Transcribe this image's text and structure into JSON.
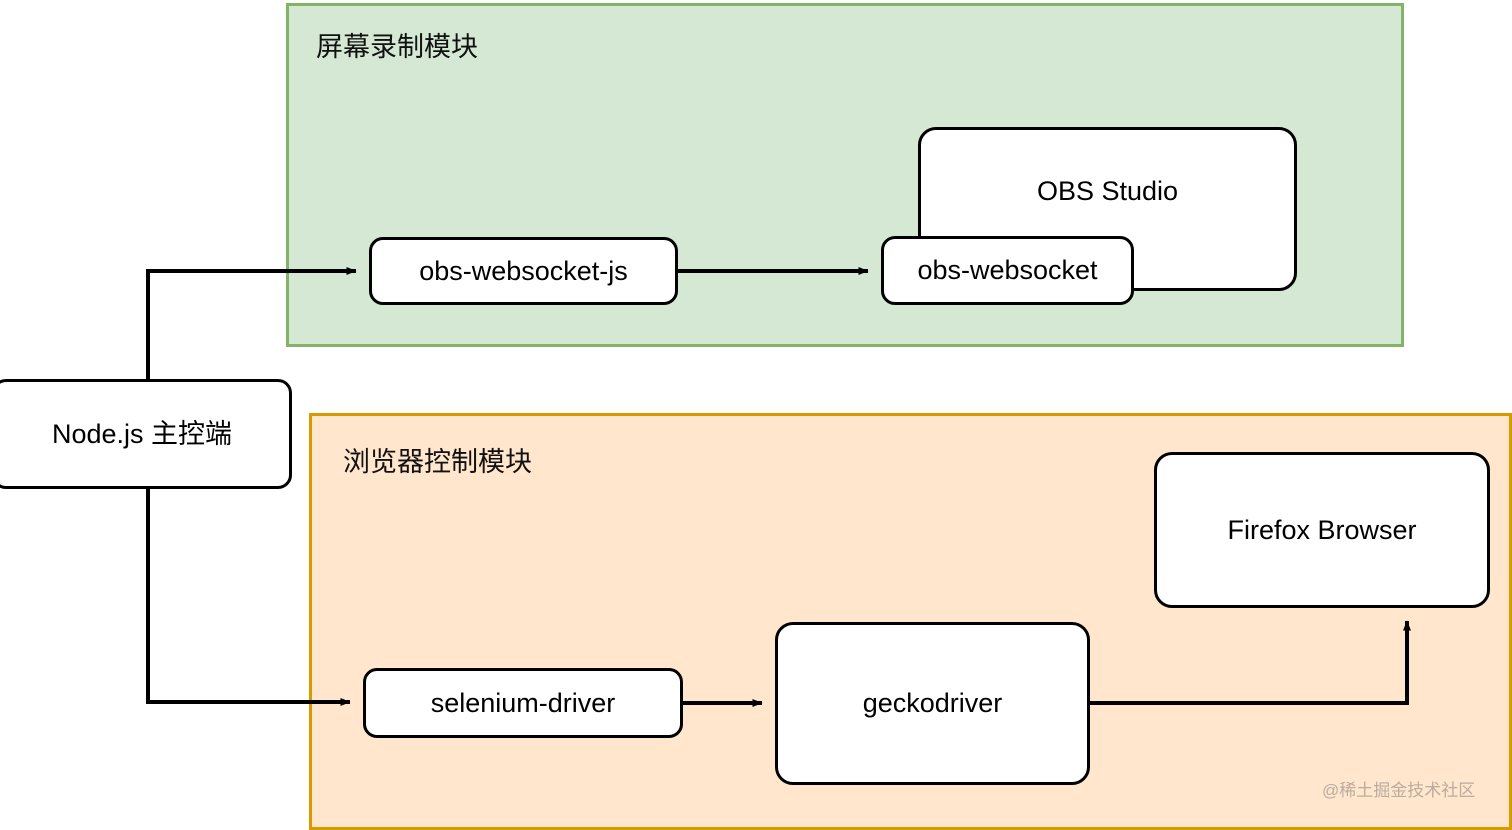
{
  "diagram": {
    "type": "architecture-flow",
    "groups": [
      {
        "id": "screen-recording",
        "label": "屏幕录制模块",
        "fill": "#d5e8d4",
        "stroke": "#82b366"
      },
      {
        "id": "browser-control",
        "label": "浏览器控制模块",
        "fill": "#ffe6cc",
        "stroke": "#d79b00"
      }
    ],
    "nodes": [
      {
        "id": "nodejs",
        "label": "Node.js 主控端"
      },
      {
        "id": "obs-websocket-js",
        "label": "obs-websocket-js"
      },
      {
        "id": "obs-studio",
        "label": "OBS Studio"
      },
      {
        "id": "obs-websocket",
        "label": "obs-websocket"
      },
      {
        "id": "firefox",
        "label": "Firefox Browser"
      },
      {
        "id": "selenium-driver",
        "label": "selenium-driver"
      },
      {
        "id": "geckodriver",
        "label": "geckodriver"
      }
    ],
    "edges": [
      {
        "from": "nodejs",
        "to": "obs-websocket-js",
        "arrow": true
      },
      {
        "from": "obs-websocket-js",
        "to": "obs-websocket",
        "arrow": true
      },
      {
        "from": "nodejs",
        "to": "selenium-driver",
        "arrow": true
      },
      {
        "from": "selenium-driver",
        "to": "geckodriver",
        "arrow": true
      },
      {
        "from": "geckodriver",
        "to": "firefox",
        "arrow": true
      }
    ],
    "node_fill": "#ffffff",
    "node_stroke": "#000000",
    "edge_color": "#000000"
  },
  "watermark": {
    "text": "@稀土掘金技术社区",
    "color": "#b9aca0"
  }
}
